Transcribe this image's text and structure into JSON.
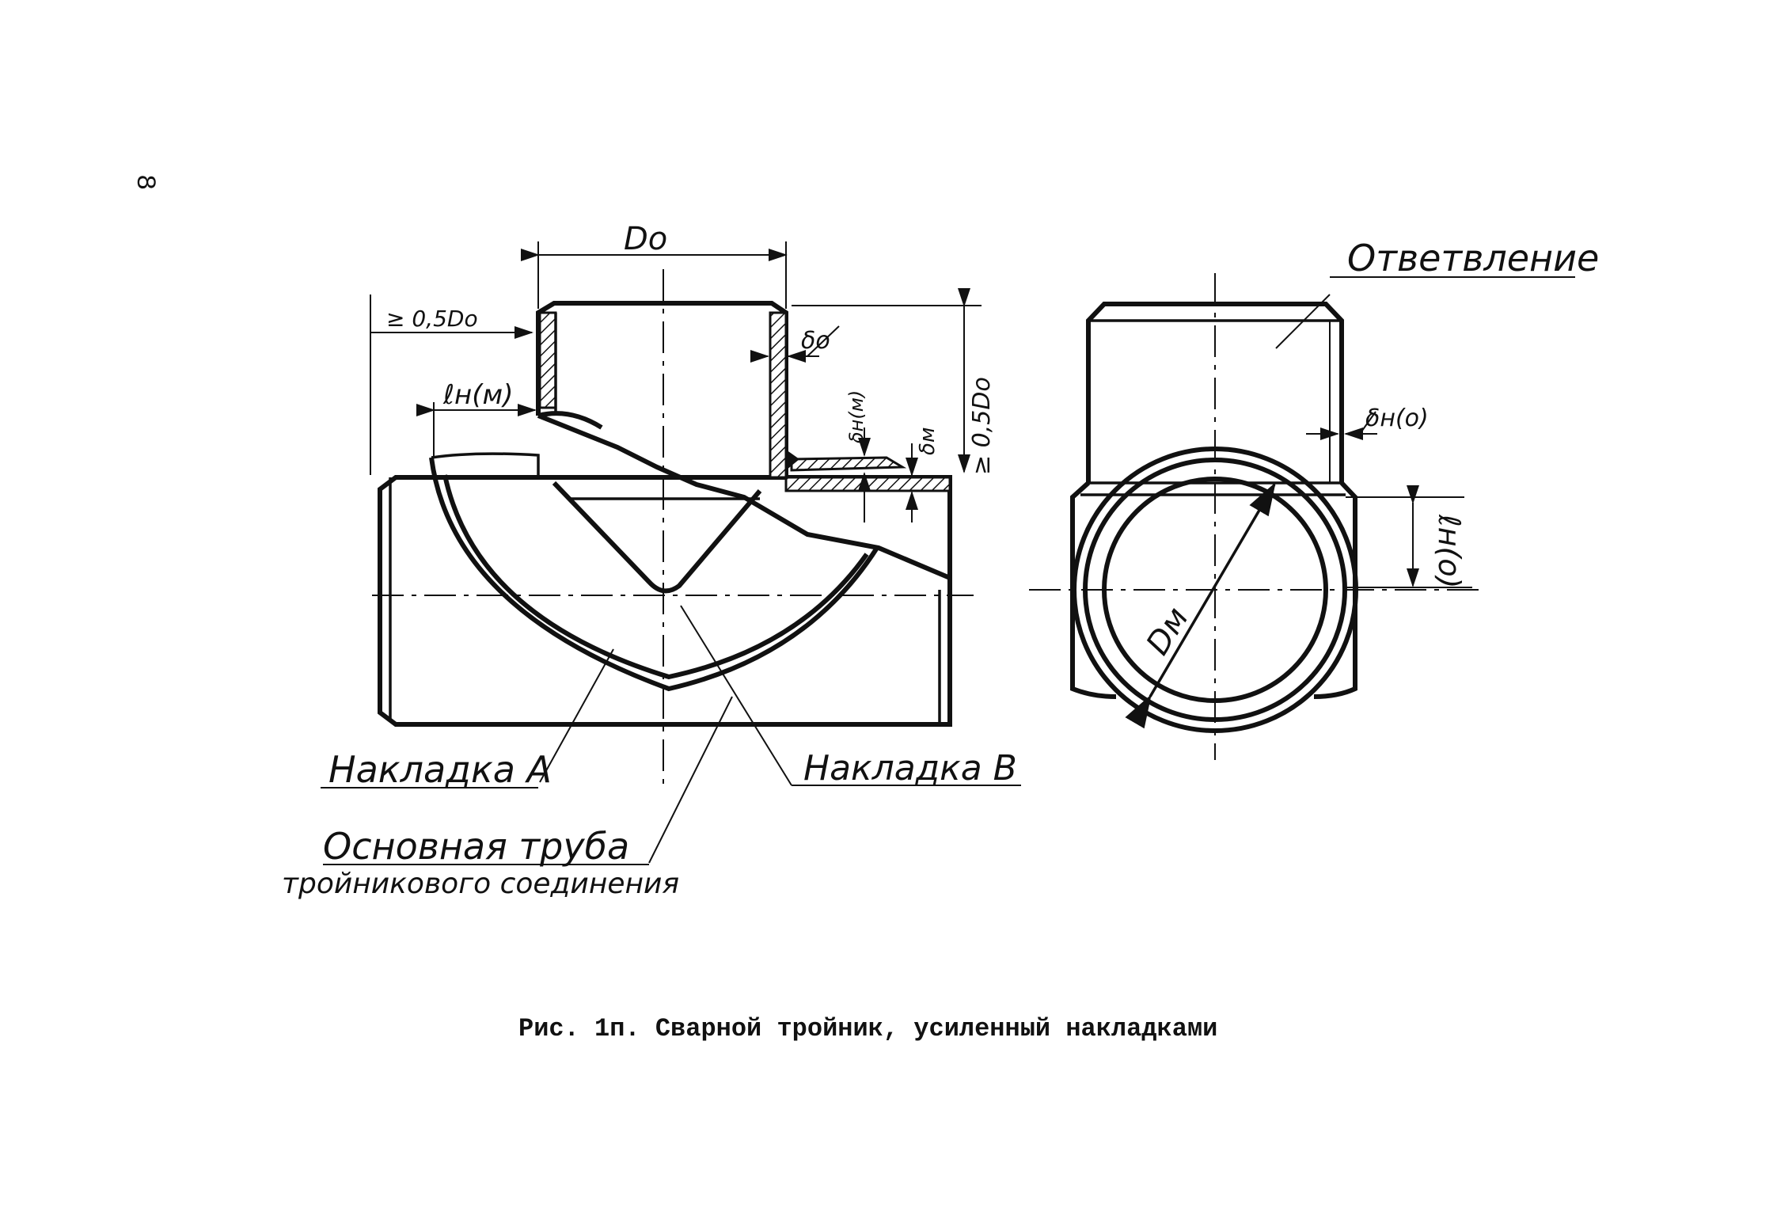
{
  "page_number": "8",
  "caption": "Рис. 1п. Сварной тройник, усиленный накладками",
  "colors": {
    "ink": "#111111",
    "paper": "#ffffff"
  },
  "labels": {
    "d0_top": "Do",
    "half_d0_left": "≥ 0,5Do",
    "delta_o": "δo",
    "half_d0_right": "≥ 0,5Do",
    "l_h_m": "ℓн(м)",
    "delta_h_m": "δн(м)",
    "delta_m": "δм",
    "branch": "Ответвление",
    "delta_h_o": "δн(о)",
    "l_h_o": "ℓн(о)",
    "d_m": "Dм",
    "pad_a": "Накладка А",
    "pad_b": "Накладка В",
    "main_pipe_line1": "Основная труба",
    "main_pipe_line2": "тройникового соединения"
  }
}
